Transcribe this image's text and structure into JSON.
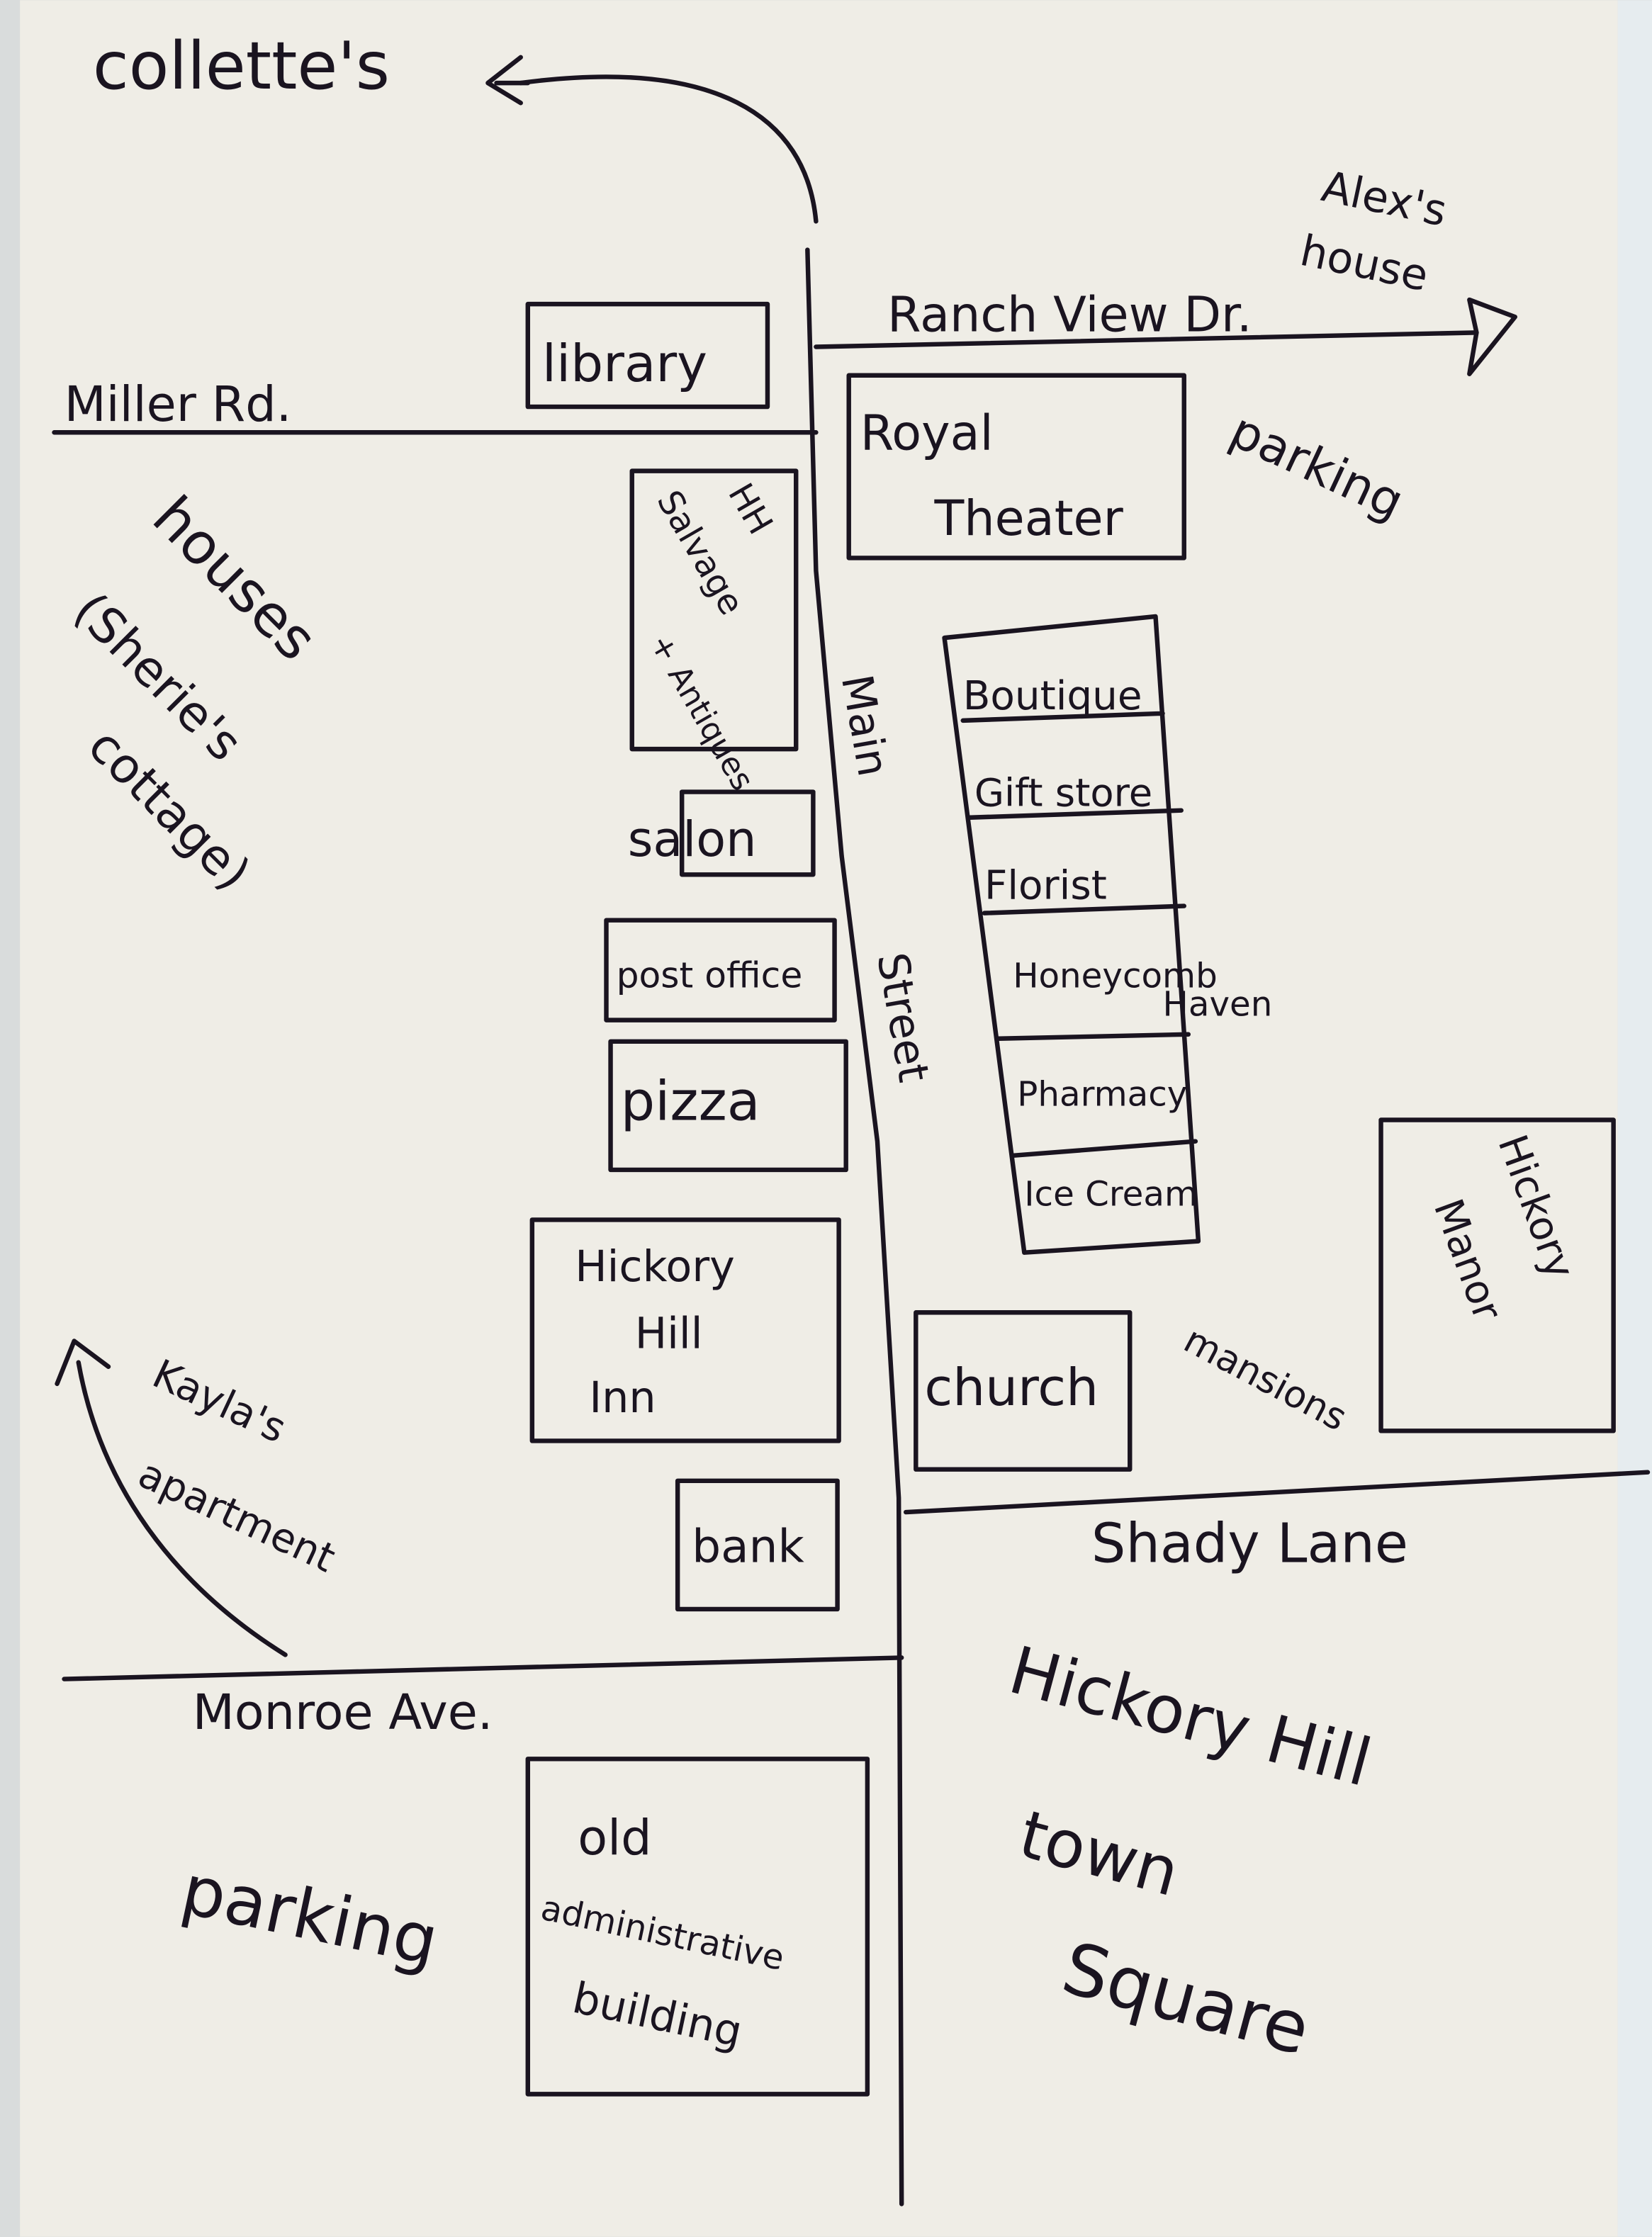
{
  "colors": {
    "paper": "#efede6",
    "ink": "#1a1420",
    "background": "#d9dcdc"
  },
  "destinations": {
    "collettes": "collette's",
    "alexs_house_1": "Alex's",
    "alexs_house_2": "house",
    "kaylas_apartment_1": "Kayla's",
    "kaylas_apartment_2": "apartment"
  },
  "streets": {
    "main_street_1": "Main",
    "main_street_2": "Street",
    "miller_rd": "Miller Rd.",
    "ranch_view_dr": "Ranch View Dr.",
    "shady_lane": "Shady Lane",
    "monroe_ave": "Monroe Ave."
  },
  "buildings": {
    "library": "library",
    "royal_theater_1": "Royal",
    "royal_theater_2": "Theater",
    "salvage_1": "HH",
    "salvage_2": "Salvage",
    "salvage_3": "+ Antiques",
    "salon": "salon",
    "post_office": "post office",
    "pizza": "pizza",
    "inn_1": "Hickory",
    "inn_2": "Hill",
    "inn_3": "Inn",
    "bank": "bank",
    "boutique": "Boutique",
    "gift_store": "Gift store",
    "florist": "Florist",
    "honeycomb_1": "Honeycomb",
    "honeycomb_2": "Haven",
    "pharmacy": "Pharmacy",
    "ice_cream": "Ice Cream",
    "church": "church",
    "hickory_manor_1": "Hickory",
    "hickory_manor_2": "Manor",
    "admin_1": "old",
    "admin_2": "administrative",
    "admin_3": "building"
  },
  "areas": {
    "parking_north": "parking",
    "parking_south": "parking",
    "houses": "houses",
    "sheries_cottage_1": "(Sherie's",
    "sheries_cottage_2": "cottage)",
    "mansions": "mansions",
    "town_square_1": "Hickory Hill",
    "town_square_2": "town",
    "town_square_3": "Square"
  }
}
